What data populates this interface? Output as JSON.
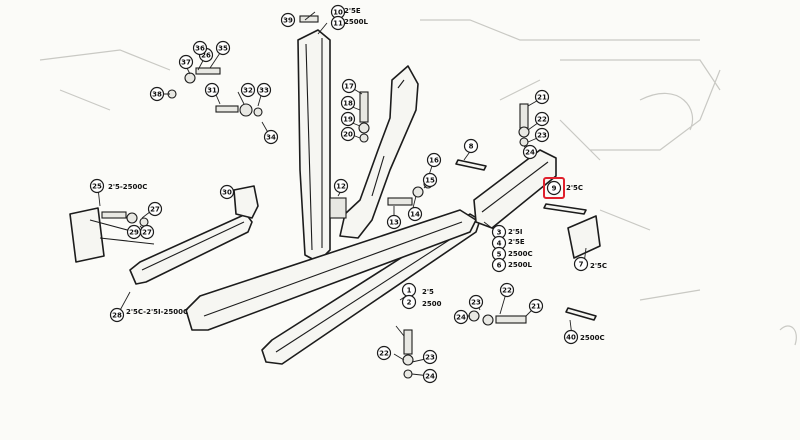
{
  "callouts": [
    {
      "id": "c1",
      "text": "1"
    },
    {
      "id": "c2",
      "text": "2"
    },
    {
      "id": "c3",
      "text": "3"
    },
    {
      "id": "c4",
      "text": "4"
    },
    {
      "id": "c5",
      "text": "5"
    },
    {
      "id": "c6",
      "text": "6"
    },
    {
      "id": "c7",
      "text": "7"
    },
    {
      "id": "c8",
      "text": "8"
    },
    {
      "id": "c9",
      "text": "9"
    },
    {
      "id": "c10",
      "text": "10"
    },
    {
      "id": "c11",
      "text": "11"
    },
    {
      "id": "c12",
      "text": "12"
    },
    {
      "id": "c13",
      "text": "13"
    },
    {
      "id": "c14",
      "text": "14"
    },
    {
      "id": "c15",
      "text": "15"
    },
    {
      "id": "c16",
      "text": "16"
    },
    {
      "id": "c17",
      "text": "17"
    },
    {
      "id": "c18",
      "text": "18"
    },
    {
      "id": "c19",
      "text": "19"
    },
    {
      "id": "c20",
      "text": "20"
    },
    {
      "id": "c21a",
      "text": "21"
    },
    {
      "id": "c21b",
      "text": "21"
    },
    {
      "id": "c22a",
      "text": "22"
    },
    {
      "id": "c22b",
      "text": "22"
    },
    {
      "id": "c22c",
      "text": "22"
    },
    {
      "id": "c23a",
      "text": "23"
    },
    {
      "id": "c23b",
      "text": "23"
    },
    {
      "id": "c23c",
      "text": "23"
    },
    {
      "id": "c24a",
      "text": "24"
    },
    {
      "id": "c24b",
      "text": "24"
    },
    {
      "id": "c24c",
      "text": "24"
    },
    {
      "id": "c25",
      "text": "25"
    },
    {
      "id": "c26",
      "text": "26"
    },
    {
      "id": "c27a",
      "text": "27"
    },
    {
      "id": "c27b",
      "text": "27"
    },
    {
      "id": "c28",
      "text": "28"
    },
    {
      "id": "c29",
      "text": "29"
    },
    {
      "id": "c30",
      "text": "30"
    },
    {
      "id": "c31",
      "text": "31"
    },
    {
      "id": "c32",
      "text": "32"
    },
    {
      "id": "c33",
      "text": "33"
    },
    {
      "id": "c34",
      "text": "34"
    },
    {
      "id": "c35",
      "text": "35"
    },
    {
      "id": "c36",
      "text": "36"
    },
    {
      "id": "c37",
      "text": "37"
    },
    {
      "id": "c38",
      "text": "38"
    },
    {
      "id": "c39",
      "text": "39"
    },
    {
      "id": "c40",
      "text": "40"
    }
  ],
  "labels": {
    "l1": "2'5",
    "l2": "2500",
    "l3": "2'5I",
    "l4": "2'5E",
    "l5": "2500C",
    "l6": "2500L",
    "l7": "2'5C",
    "l9": "2'5C",
    "l10": "2'5E",
    "l11": "2500L",
    "l25": "2'5-2500C",
    "l28": "2'5C-2'5I-2500C",
    "l40": "2500C"
  },
  "highlight": {
    "callout": "9",
    "color": "#e0202c"
  }
}
